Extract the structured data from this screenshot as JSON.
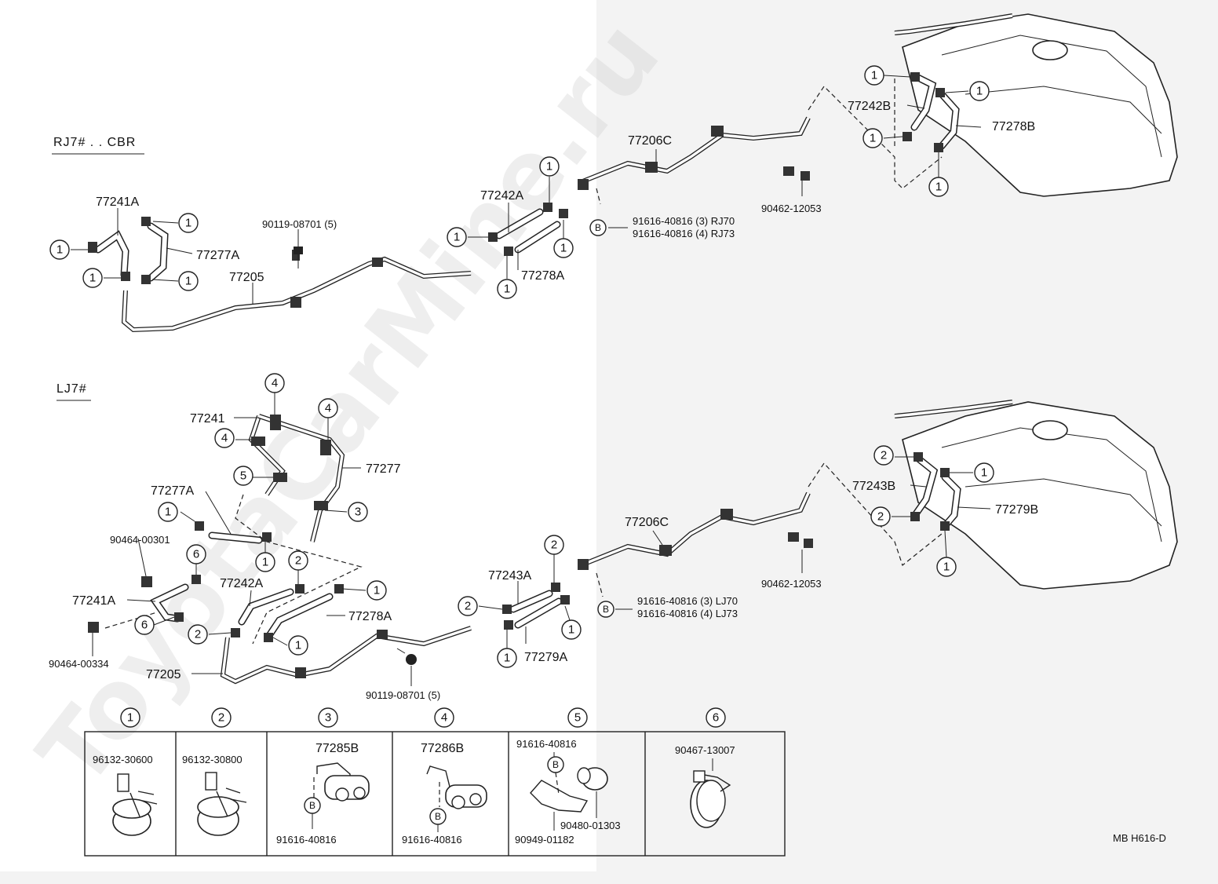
{
  "watermark": "ToyotaCarMine.ru",
  "drawing_code": "MB  H616-D",
  "sections": {
    "upper": {
      "title": "RJ7# . . CBR",
      "labels": {
        "p77241A": "77241A",
        "p77277A": "77277A",
        "p77205": "77205",
        "p90119": "90119-08701 (5)",
        "p77242A": "77242A",
        "p77278A": "77278A",
        "p77206C": "77206C",
        "p91616_3": "91616-40816 (3)  RJ70",
        "p91616_4": "91616-40816 (4)  RJ73",
        "p90462": "90462-12053",
        "p77242B": "77242B",
        "p77278B": "77278B"
      }
    },
    "lower": {
      "title": "LJ7#",
      "labels": {
        "p77241": "77241",
        "p77277": "77277",
        "p77277A": "77277A",
        "p90464_00301": "90464-00301",
        "p77242A": "77242A",
        "p77278A": "77278A",
        "p77241A": "77241A",
        "p90464_00334": "90464-00334",
        "p77205": "77205",
        "p90119": "90119-08701 (5)",
        "p77243A": "77243A",
        "p77279A": "77279A",
        "p77206C": "77206C",
        "p91616_3": "91616-40816 (3)  LJ70",
        "p91616_4": "91616-40816 (4)  LJ73",
        "p90462": "90462-12053",
        "p77243B": "77243B",
        "p77279B": "77279B"
      }
    }
  },
  "callout_numbers": [
    "1",
    "2",
    "3",
    "4",
    "5",
    "6"
  ],
  "bolt_marker": "B",
  "legend_table": {
    "columns": [
      {
        "index": "1",
        "part": "96132-30600"
      },
      {
        "index": "2",
        "part": "96132-30800"
      },
      {
        "index": "3",
        "part": "77285B",
        "bolt": "91616-40816"
      },
      {
        "index": "4",
        "part": "77286B",
        "bolt": "91616-40816"
      },
      {
        "index": "5",
        "part": "91616-40816",
        "sub1": "90480-01303",
        "sub2": "90949-01182"
      },
      {
        "index": "6",
        "part": "90467-13007"
      }
    ]
  },
  "colors": {
    "line": "#222222",
    "background_right": "#f3f3f3"
  }
}
